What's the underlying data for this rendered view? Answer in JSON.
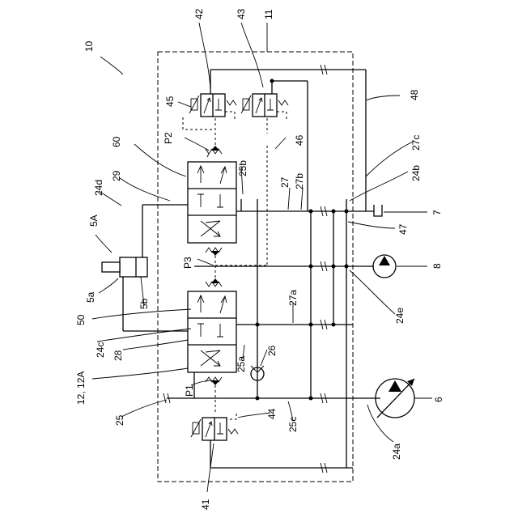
{
  "labels": {
    "l10": "10",
    "l11": "11",
    "l42": "42",
    "l43": "43",
    "l45": "45",
    "l48": "48",
    "lP2": "P2",
    "l46": "46",
    "l60": "60",
    "l25b": "25b",
    "l27c": "27c",
    "l29": "29",
    "l27": "27",
    "l27b": "27b",
    "l24b": "24b",
    "l24d": "24d",
    "l7": "7",
    "l5A": "5A",
    "l47": "47",
    "lP3": "P3",
    "l8": "8",
    "l5a": "5a",
    "l5b": "5b",
    "l27a": "27a",
    "l24e": "24e",
    "l50": "50",
    "l24c": "24c",
    "l28": "28",
    "l26": "26",
    "l25a": "25a",
    "l12": "12, 12A",
    "lP1": "P1",
    "l6": "6",
    "l25": "25",
    "l44": "44",
    "l25c": "25c",
    "l24a": "24a",
    "l41": "41"
  }
}
